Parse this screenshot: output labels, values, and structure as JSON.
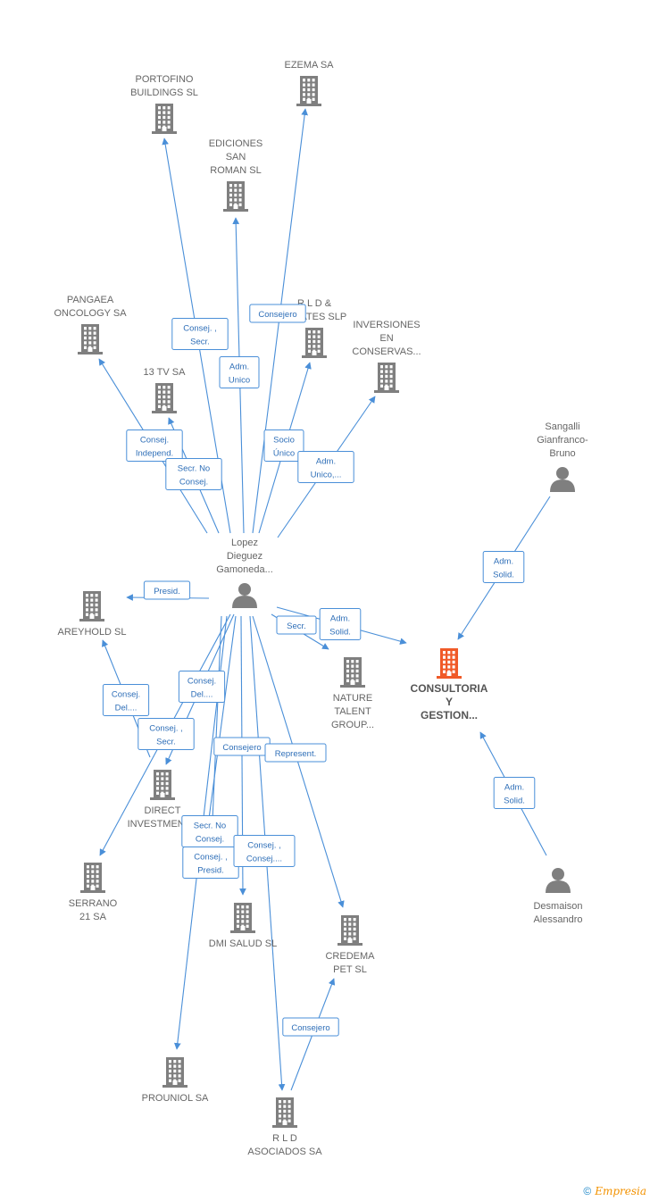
{
  "colors": {
    "edge": "#4a8fd8",
    "edge_text": "#2f6fb8",
    "building": "#7f7f7f",
    "focus": "#f05a28",
    "person": "#7f7f7f",
    "label": "#666666"
  },
  "brand": {
    "symbol": "©",
    "name": "Empresia"
  },
  "nodes": [
    {
      "id": "portofino",
      "type": "company",
      "label": [
        "PORTOFINO",
        "BUILDINGS  SL"
      ]
    },
    {
      "id": "ezema",
      "type": "company",
      "label": [
        "EZEMA SA"
      ]
    },
    {
      "id": "ediciones",
      "type": "company",
      "label": [
        "EDICIONES",
        "SAN",
        "ROMAN SL"
      ]
    },
    {
      "id": "pangaea",
      "type": "company",
      "label": [
        "PANGAEA",
        "ONCOLOGY SA"
      ]
    },
    {
      "id": "rld_estates",
      "type": "company",
      "label": [
        "R L D &",
        "ESTATES SLP"
      ]
    },
    {
      "id": "inversiones",
      "type": "company",
      "label": [
        "INVERSIONES",
        "EN",
        "CONSERVAS..."
      ]
    },
    {
      "id": "tv13",
      "type": "company",
      "label": [
        "13 TV SA"
      ]
    },
    {
      "id": "sangalli",
      "type": "person",
      "label": [
        "Sangalli",
        "Gianfranco-",
        "Bruno"
      ]
    },
    {
      "id": "lopez",
      "type": "person",
      "label": [
        "Lopez",
        "Dieguez",
        "Gamoneda..."
      ]
    },
    {
      "id": "areyhold",
      "type": "company",
      "label": [
        "AREYHOLD  SL"
      ]
    },
    {
      "id": "nature",
      "type": "company",
      "label": [
        "NATURE",
        "TALENT",
        "GROUP..."
      ]
    },
    {
      "id": "consultoria",
      "type": "focus",
      "label": [
        "CONSULTORIA",
        "Y",
        "GESTION..."
      ]
    },
    {
      "id": "direct",
      "type": "company",
      "label": [
        "DIRECT",
        "INVESTMENT..."
      ]
    },
    {
      "id": "serrano",
      "type": "company",
      "label": [
        "SERRANO",
        "21 SA"
      ]
    },
    {
      "id": "dmi",
      "type": "company",
      "label": [
        "DMI SALUD  SL"
      ]
    },
    {
      "id": "credema",
      "type": "company",
      "label": [
        "CREDEMA",
        "PET  SL"
      ]
    },
    {
      "id": "desmaison",
      "type": "person",
      "label": [
        "Desmaison",
        "Alessandro"
      ]
    },
    {
      "id": "prouniol",
      "type": "company",
      "label": [
        "PROUNIOL SA"
      ]
    },
    {
      "id": "rld_asociados",
      "type": "company",
      "label": [
        "R L D",
        "ASOCIADOS SA"
      ]
    }
  ],
  "edges": [
    {
      "from": "lopez",
      "to": "portofino",
      "label": [
        "Consej. ,",
        "Secr."
      ]
    },
    {
      "from": "lopez",
      "to": "ezema",
      "label": [
        "Consejero"
      ]
    },
    {
      "from": "lopez",
      "to": "ediciones",
      "label": [
        "Adm.",
        "Unico"
      ]
    },
    {
      "from": "lopez",
      "to": "pangaea",
      "label": [
        "Consej.",
        "Independ."
      ]
    },
    {
      "from": "lopez",
      "to": "rld_estates",
      "label": [
        "Socio",
        "Único"
      ]
    },
    {
      "from": "lopez",
      "to": "inversiones",
      "label": [
        "Adm.",
        "Unico,..."
      ]
    },
    {
      "from": "lopez",
      "to": "tv13",
      "label": [
        "Secr.  No",
        "Consej."
      ]
    },
    {
      "from": "lopez",
      "to": "areyhold",
      "label": [
        "Presid."
      ]
    },
    {
      "from": "lopez",
      "to": "nature",
      "label": [
        "Secr."
      ]
    },
    {
      "from": "lopez",
      "to": "consultoria",
      "label": [
        "Adm.",
        "Solid."
      ]
    },
    {
      "from": "lopez",
      "to": "direct",
      "label": [
        "Consej.",
        "Del...."
      ]
    },
    {
      "from": "lopez",
      "to": "serrano",
      "label": [
        "Consej. ,",
        "Secr."
      ]
    },
    {
      "from": "lopez",
      "to": "dmi",
      "label": [
        "Consejero"
      ]
    },
    {
      "from": "lopez",
      "to": "dmi",
      "label": [
        "Secr.  No",
        "Consej."
      ]
    },
    {
      "from": "lopez",
      "to": "dmi",
      "label": [
        "Consej. ,",
        "Presid."
      ]
    },
    {
      "from": "lopez",
      "to": "rld_asociados",
      "label": [
        "Consej. ,",
        "Consej...."
      ]
    },
    {
      "from": "lopez",
      "to": "credema",
      "label": [
        "Represent."
      ]
    },
    {
      "from": "lopez",
      "to": "prouniol",
      "label": []
    },
    {
      "from": "direct",
      "to": "areyhold",
      "label": [
        "Consej.",
        "Del...."
      ]
    },
    {
      "from": "rld_asociados",
      "to": "credema",
      "label": [
        "Consejero"
      ]
    },
    {
      "from": "sangalli",
      "to": "consultoria",
      "label": [
        "Adm.",
        "Solid."
      ]
    },
    {
      "from": "desmaison",
      "to": "consultoria",
      "label": [
        "Adm.",
        "Solid."
      ]
    }
  ]
}
